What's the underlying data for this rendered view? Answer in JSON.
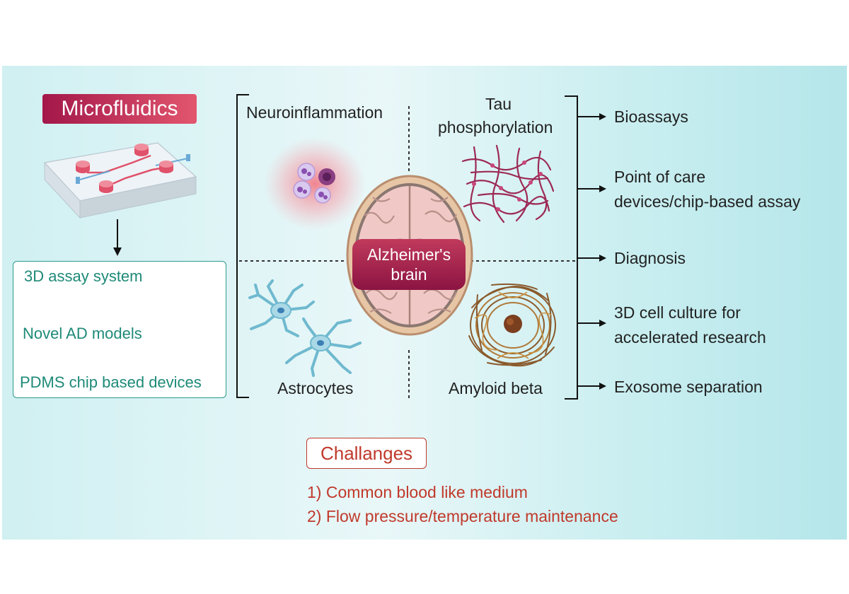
{
  "title": "Microfluidics",
  "applications": [
    "3D assay system",
    "Novel AD models",
    "PDMS chip based devices"
  ],
  "quadrants": {
    "top_left": "Neuroinflammation",
    "top_right_line1": "Tau",
    "top_right_line2": "phosphorylation",
    "bottom_left": "Astrocytes",
    "bottom_right": "Amyloid beta"
  },
  "center": {
    "line1": "Alzheimer's",
    "line2": "brain"
  },
  "outcomes": {
    "bioassays": "Bioassays",
    "poc_line1": "Point of care",
    "poc_line2": "devices/chip-based assay",
    "diagnosis": "Diagnosis",
    "culture_line1": "3D cell culture for",
    "culture_line2": "accelerated research",
    "exosome": "Exosome separation"
  },
  "challenges": {
    "heading": "Challanges",
    "items": [
      "1) Common blood like medium",
      "2) Flow pressure/temperature maintenance"
    ]
  },
  "colors": {
    "accent": "#a3174a",
    "teal": "#1e8a78",
    "challenge": "#c0392b",
    "background": "#d9f3f4"
  }
}
